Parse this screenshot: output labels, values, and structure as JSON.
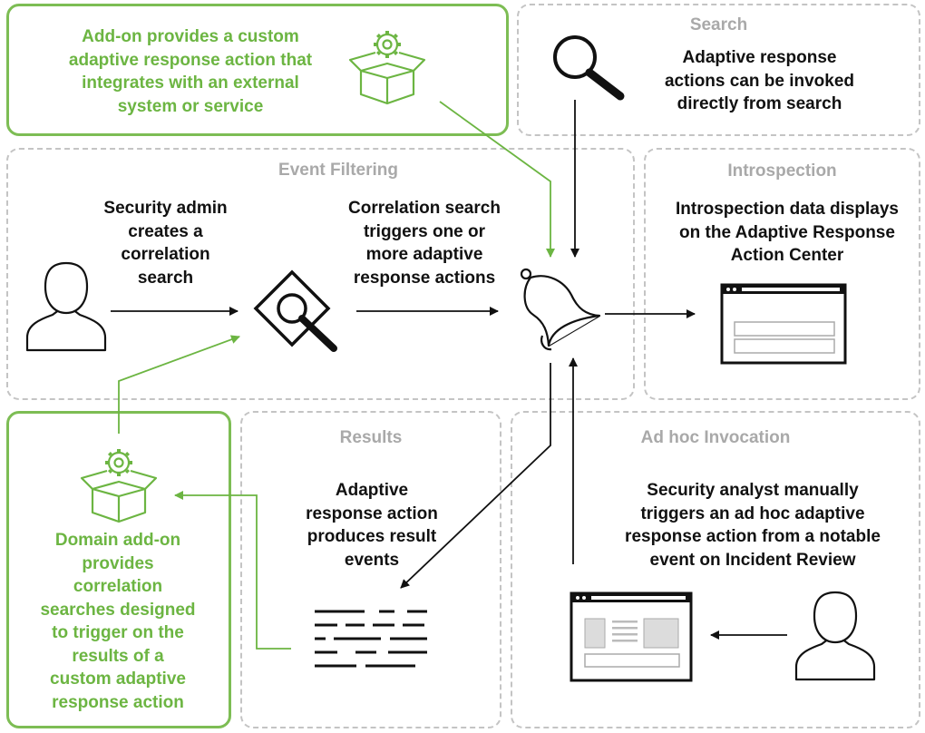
{
  "colors": {
    "accent_green": "#6cb542",
    "border_green": "#7dbd54",
    "dash_gray": "#c4c4c4",
    "title_gray": "#a9a9a9",
    "ink": "#111111"
  },
  "panels": {
    "addon_action": {
      "text": "Add-on provides a custom\nadaptive response action that\nintegrates with an external\nsystem or service"
    },
    "search": {
      "title": "Search",
      "text": "Adaptive response\nactions can be invoked\ndirectly from search"
    },
    "event_filtering": {
      "title": "Event Filtering",
      "admin_text": "Security admin\ncreates a\ncorrelation\nsearch",
      "correlation_text": "Correlation search\ntriggers one or\nmore adaptive\nresponse actions"
    },
    "introspection": {
      "title": "Introspection",
      "text": "Introspection data displays\non the Adaptive Response\nAction Center"
    },
    "domain_addon": {
      "text": "Domain add-on\nprovides\ncorrelation\nsearches designed\nto trigger on the\nresults of a\ncustom adaptive\nresponse action"
    },
    "results": {
      "title": "Results",
      "text": "Adaptive\nresponse action\nproduces result\nevents"
    },
    "adhoc": {
      "title": "Ad hoc Invocation",
      "text": "Security analyst manually\ntriggers an ad hoc adaptive\nresponse action from a notable\nevent on Incident Review"
    }
  },
  "icons": [
    "gear-box-icon",
    "magnifier-icon",
    "user-icon",
    "search-diamond-icon",
    "bell-icon",
    "browser-window-icon",
    "log-lines-icon"
  ]
}
